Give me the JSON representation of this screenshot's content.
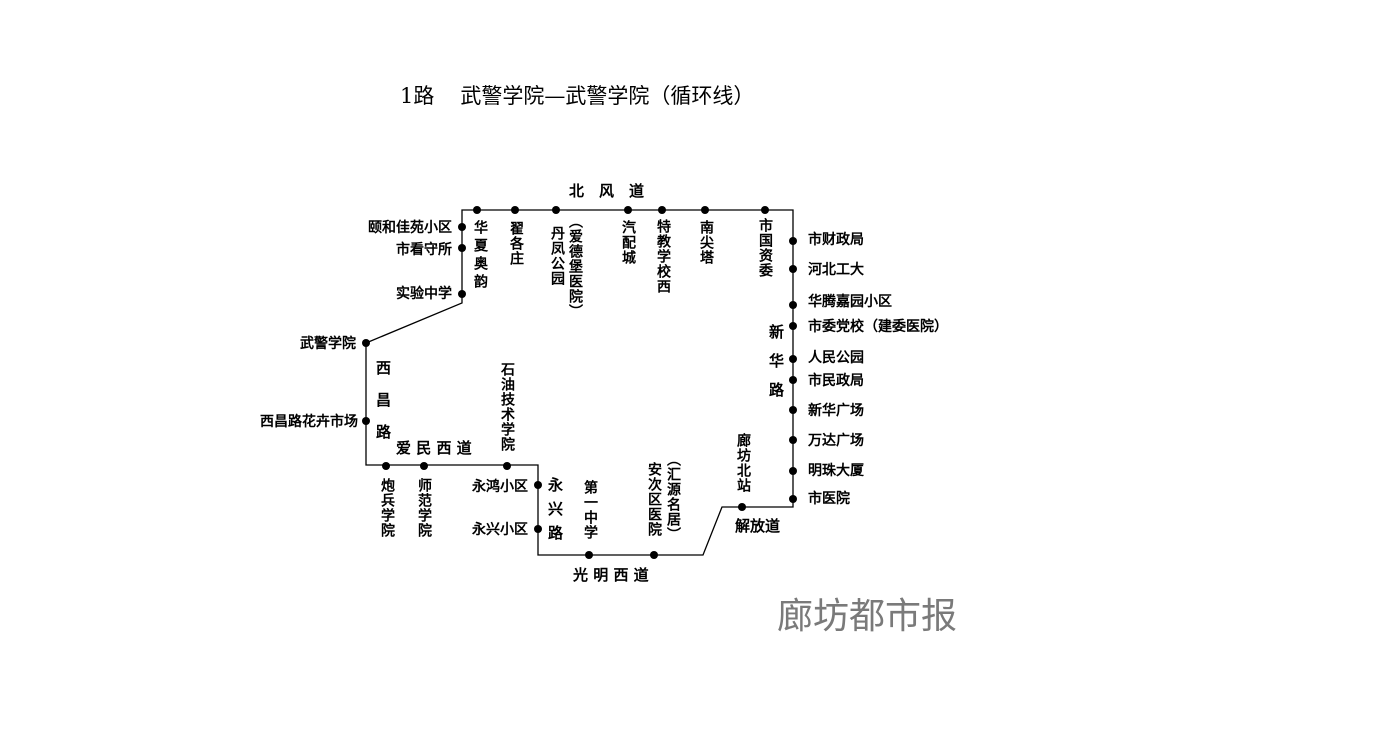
{
  "title": {
    "route": "1路",
    "name": "武警学院—武警学院（循环线）"
  },
  "roads": {
    "beifeng": "北　风　道",
    "xinhua": "新华路",
    "xichang": "西昌路",
    "aimin": "爱 民 西 道",
    "yongxing": "永兴路",
    "guangming": "光 明 西 道",
    "jiefang": "解放道"
  },
  "stations": {
    "top": [
      "华夏奥韵",
      "翟各庄",
      "丹凤公园",
      "（爱德堡医院）",
      "汽配城",
      "特教学校西",
      "南尖塔",
      "市国资委"
    ],
    "upper_left": [
      "颐和佳苑小区",
      "市看守所",
      "实验中学"
    ],
    "right": [
      "市财政局",
      "河北工大",
      "华腾嘉园小区",
      "市委党校（建委医院）",
      "人民公园",
      "市民政局",
      "新华广场",
      "万达广场",
      "明珠大厦",
      "市医院"
    ],
    "langfang_north": "廊坊北站",
    "bottom": [
      "第一中学",
      "安次区医院",
      "（汇源名居）"
    ],
    "yongxing_road": [
      "永鸿小区",
      "永兴小区"
    ],
    "aimin_road": [
      "炮兵学院",
      "师范学院",
      "石油技术学院"
    ],
    "west": [
      "武警学院",
      "西昌路花卉市场"
    ]
  },
  "watermark": "廊坊都市报"
}
